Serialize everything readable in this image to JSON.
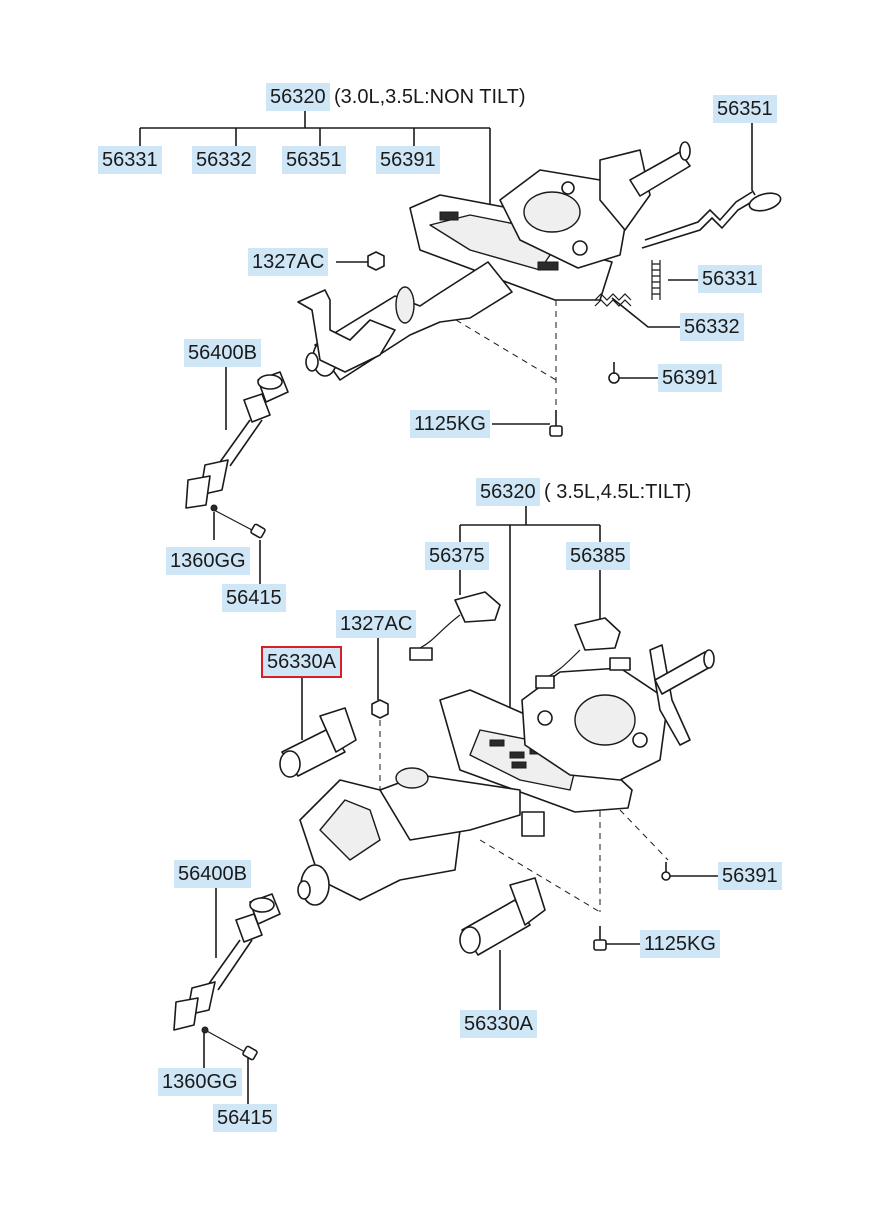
{
  "diagram": {
    "upper_assembly": {
      "main_part": "56320",
      "main_part_suffix": "(3.0L,3.5L:NON TILT)",
      "sub_parts": [
        "56331",
        "56332",
        "56351",
        "56391"
      ],
      "callouts": {
        "lever": "56351",
        "spring": "56331",
        "spring2": "56332",
        "bolt_small": "56391",
        "bolt": "1125KG",
        "nut": "1327AC",
        "shaft": "56400B",
        "pin": "1360GG",
        "screw": "56415"
      }
    },
    "lower_assembly": {
      "main_part": "56320",
      "main_part_suffix": "( 3.5L,4.5L:TILT)",
      "callouts": {
        "switch_left": "56375",
        "switch_right": "56385",
        "nut": "1327AC",
        "motor_highlighted": "56330A",
        "motor_lower": "56330A",
        "bolt_small": "56391",
        "bolt": "1125KG",
        "shaft": "56400B",
        "pin": "1360GG",
        "screw": "56415"
      }
    },
    "colors": {
      "label_fill": "#cfe6f7",
      "highlight_outline": "#d61f26",
      "line": "#1a1a1a"
    }
  }
}
